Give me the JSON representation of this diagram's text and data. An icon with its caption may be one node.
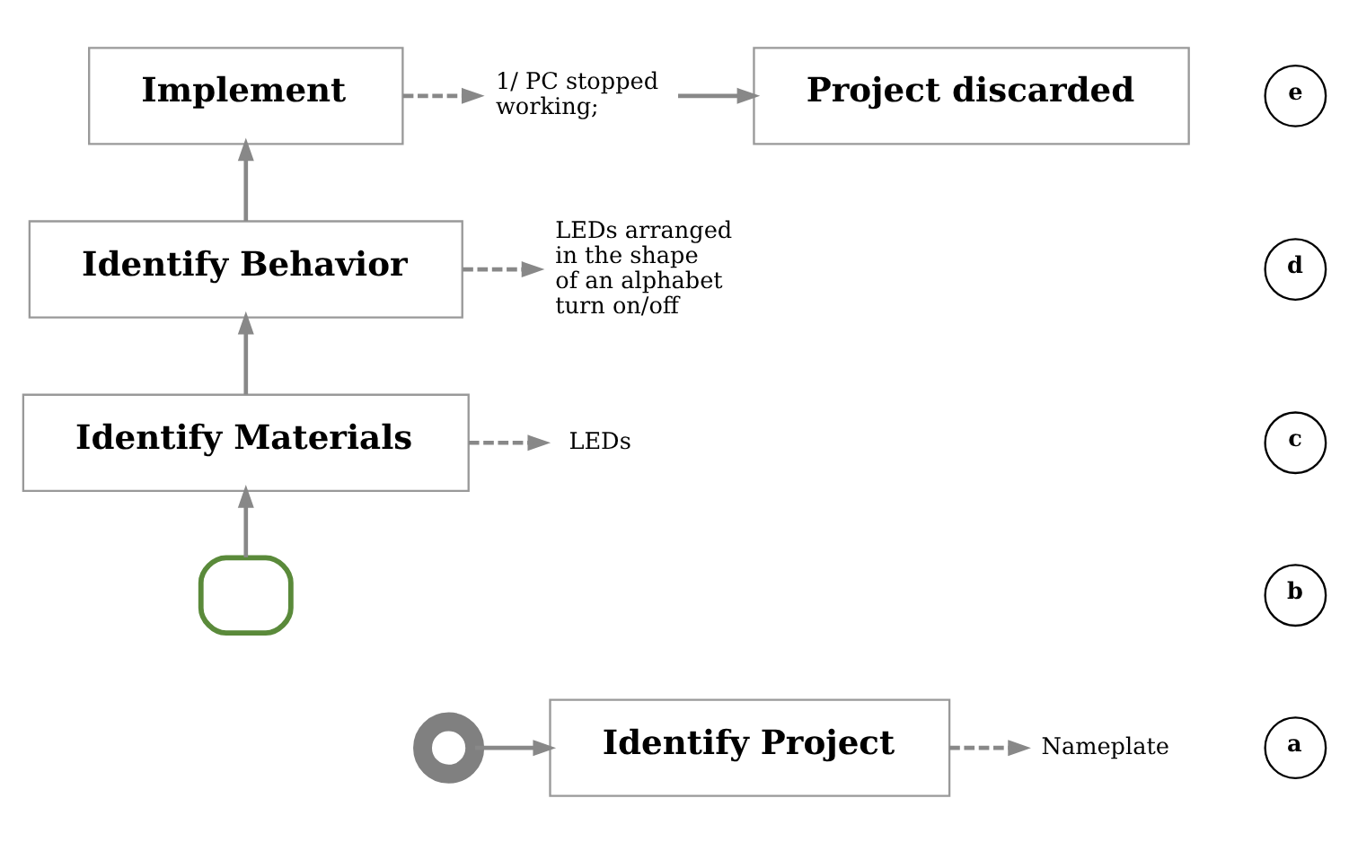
{
  "diagram": {
    "nodes": [
      {
        "text": [
          "Implement"
        ]
      },
      {
        "text": [
          "1/ PC stopped working;"
        ]
      },
      {
        "text": [
          "Project discarded"
        ]
      },
      {
        "text": [
          "Identify Behavior"
        ]
      },
      {
        "text": [
          "LEDs arranged in the shape of an alphabet turn on/off"
        ]
      },
      {
        "text": [
          "Identify Materials"
        ]
      },
      {
        "text": [
          "LEDs"
        ]
      },
      {
        "text": [],
        "shape": "box"
      },
      {
        "text": [
          "Identify Project"
        ]
      },
      {
        "text": [
          "Nameplate"
        ]
      },
      {
        "text": [],
        "shape": "circle"
      },
      {
        "text": [
          "a"
        ]
      },
      {
        "text": [
          "b"
        ]
      },
      {
        "text": [
          "c"
        ]
      },
      {
        "text": [
          "d"
        ]
      },
      {
        "text": [
          "e"
        ]
      }
    ],
    "edges": [
      {
        "from": 10,
        "to": 8,
        "arrow": "to"
      },
      {
        "from": 8,
        "to": 9,
        "arrow": "to",
        "style": "dashed"
      },
      {
        "from": 7,
        "to": 5,
        "arrow": "to"
      },
      {
        "from": 5,
        "to": 6,
        "arrow": "to",
        "style": "dashed"
      },
      {
        "from": 5,
        "to": 3,
        "arrow": "to"
      },
      {
        "from": 3,
        "to": 4,
        "arrow": "to",
        "style": "dashed"
      },
      {
        "from": 3,
        "to": 0,
        "arrow": "to"
      },
      {
        "from": 0,
        "to": 1,
        "arrow": "to",
        "style": "dashed"
      },
      {
        "from": 1,
        "to": 2,
        "arrow": "to"
      }
    ]
  }
}
